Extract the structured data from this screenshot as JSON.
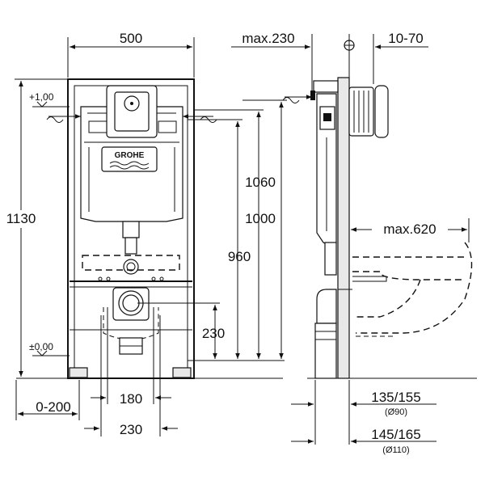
{
  "brand": {
    "logo_text": "GROHE"
  },
  "front_view": {
    "width_label": "500",
    "height_total_label": "1130",
    "level_top_label": "+1,00",
    "level_floor_label": "±0,00",
    "height_1060_label": "1060",
    "height_1000_label": "1000",
    "height_960_label": "960",
    "height_230_label": "230",
    "offset_label": "0-200",
    "spacing_180_label": "180",
    "spacing_230_label": "230"
  },
  "side_view": {
    "depth_label": "max.230",
    "wall_label": "10-70",
    "bowl_label": "max.620",
    "outlet_90_label": "135/155",
    "outlet_90_diameter": "(Ø90)",
    "outlet_110_label": "145/165",
    "outlet_110_diameter": "(Ø110)"
  }
}
